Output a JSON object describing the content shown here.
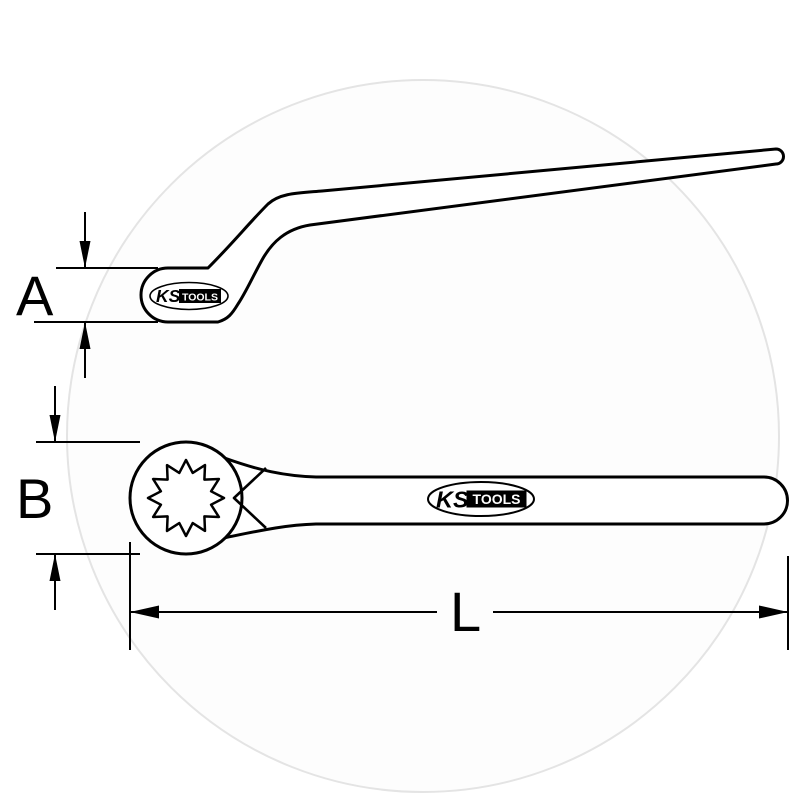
{
  "image": {
    "description": "Black-and-white technical line drawing of a KS Tools offset ring wrench shown in side view (top) and plan view (bottom) with dimension arrows",
    "background_color": "#ffffff",
    "line_color": "#000000",
    "watermark_color": "#e4e4e4"
  },
  "dimensions": {
    "a_label": "A",
    "b_label": "B",
    "l_label": "L"
  },
  "logo": {
    "ks": "KS",
    "tools": "TOOLS"
  }
}
